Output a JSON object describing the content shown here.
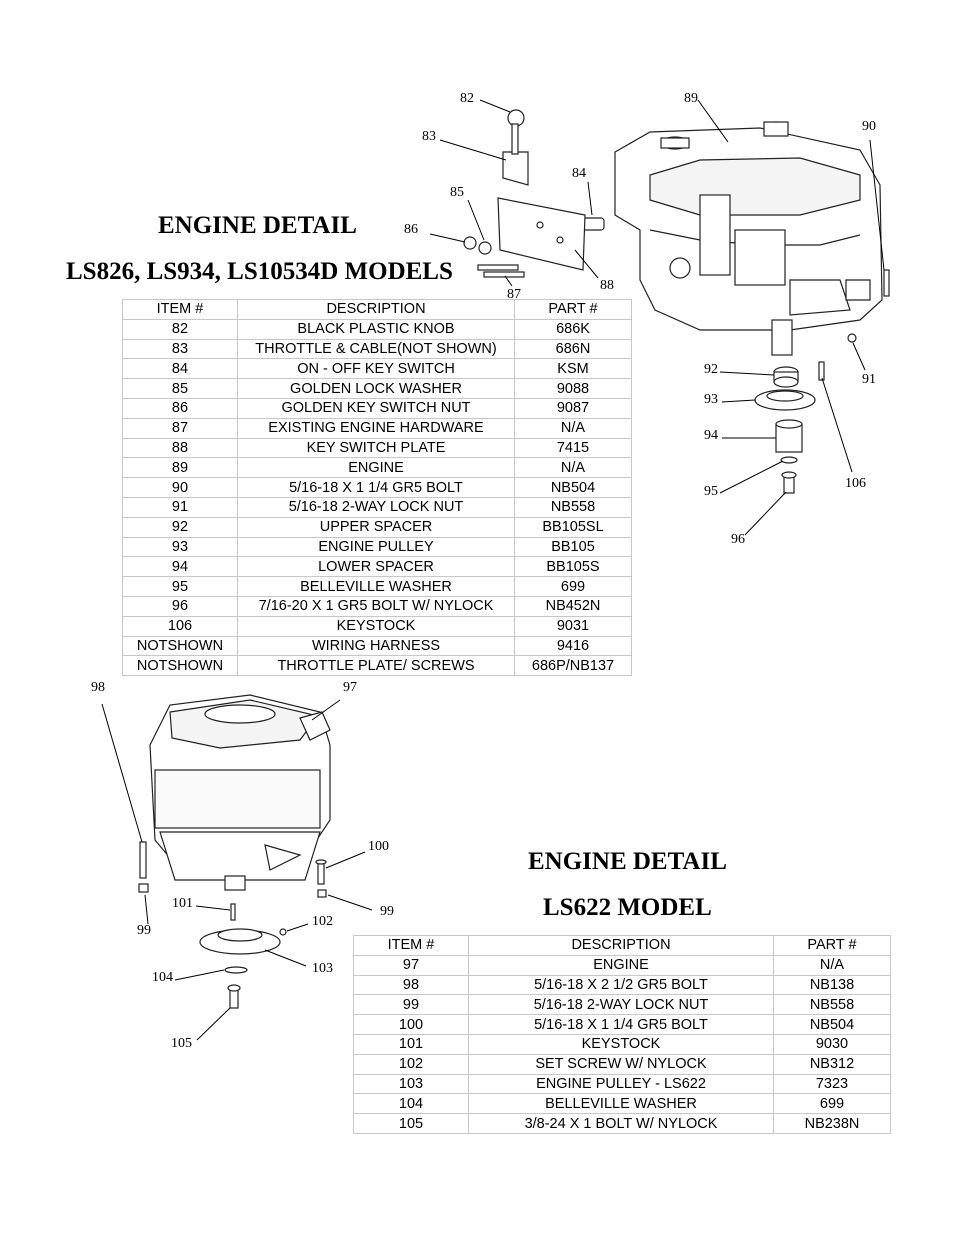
{
  "section1": {
    "title": "ENGINE DETAIL",
    "subtitle": "LS826, LS934, LS10534D MODELS",
    "headers": [
      "ITEM #",
      "DESCRIPTION",
      "PART #"
    ],
    "rows": [
      [
        "82",
        "BLACK PLASTIC KNOB",
        "686K"
      ],
      [
        "83",
        "THROTTLE & CABLE(NOT SHOWN)",
        "686N"
      ],
      [
        "84",
        "ON - OFF KEY SWITCH",
        "KSM"
      ],
      [
        "85",
        "GOLDEN LOCK WASHER",
        "9088"
      ],
      [
        "86",
        "GOLDEN KEY SWITCH NUT",
        "9087"
      ],
      [
        "87",
        "EXISTING ENGINE HARDWARE",
        "N/A"
      ],
      [
        "88",
        "KEY SWITCH PLATE",
        "7415"
      ],
      [
        "89",
        "ENGINE",
        "N/A"
      ],
      [
        "90",
        "5/16-18 X 1 1/4 GR5 BOLT",
        "NB504"
      ],
      [
        "91",
        "5/16-18 2-WAY LOCK NUT",
        "NB558"
      ],
      [
        "92",
        "UPPER SPACER",
        "BB105SL"
      ],
      [
        "93",
        "ENGINE PULLEY",
        "BB105"
      ],
      [
        "94",
        "LOWER SPACER",
        "BB105S"
      ],
      [
        "95",
        "BELLEVILLE WASHER",
        "699"
      ],
      [
        "96",
        "7/16-20 X 1 GR5 BOLT W/ NYLOCK",
        "NB452N"
      ],
      [
        "106",
        "KEYSTOCK",
        "9031"
      ],
      [
        "NOTSHOWN",
        "WIRING HARNESS",
        "9416"
      ],
      [
        "NOTSHOWN",
        "THROTTLE PLATE/ SCREWS",
        "686P/NB137"
      ]
    ],
    "callouts": [
      "82",
      "83",
      "84",
      "85",
      "86",
      "87",
      "88",
      "89",
      "90",
      "91",
      "92",
      "93",
      "94",
      "95",
      "96",
      "106"
    ]
  },
  "section2": {
    "title": "ENGINE DETAIL",
    "subtitle": "LS622 MODEL",
    "headers": [
      "ITEM  #",
      "DESCRIPTION",
      "PART #"
    ],
    "rows": [
      [
        "97",
        "ENGINE",
        "N/A"
      ],
      [
        "98",
        "5/16-18 X 2 1/2 GR5 BOLT",
        "NB138"
      ],
      [
        "99",
        "5/16-18 2-WAY LOCK NUT",
        "NB558"
      ],
      [
        "100",
        "5/16-18 X 1 1/4 GR5 BOLT",
        "NB504"
      ],
      [
        "101",
        "KEYSTOCK",
        "9030"
      ],
      [
        "102",
        "SET SCREW W/ NYLOCK",
        "NB312"
      ],
      [
        "103",
        "ENGINE PULLEY - LS622",
        "7323"
      ],
      [
        "104",
        "BELLEVILLE WASHER",
        "699"
      ],
      [
        "105",
        "3/8-24 X 1 BOLT W/ NYLOCK",
        "NB238N"
      ]
    ],
    "callouts": [
      "97",
      "98",
      "99",
      "99",
      "100",
      "101",
      "102",
      "103",
      "104",
      "105"
    ]
  }
}
